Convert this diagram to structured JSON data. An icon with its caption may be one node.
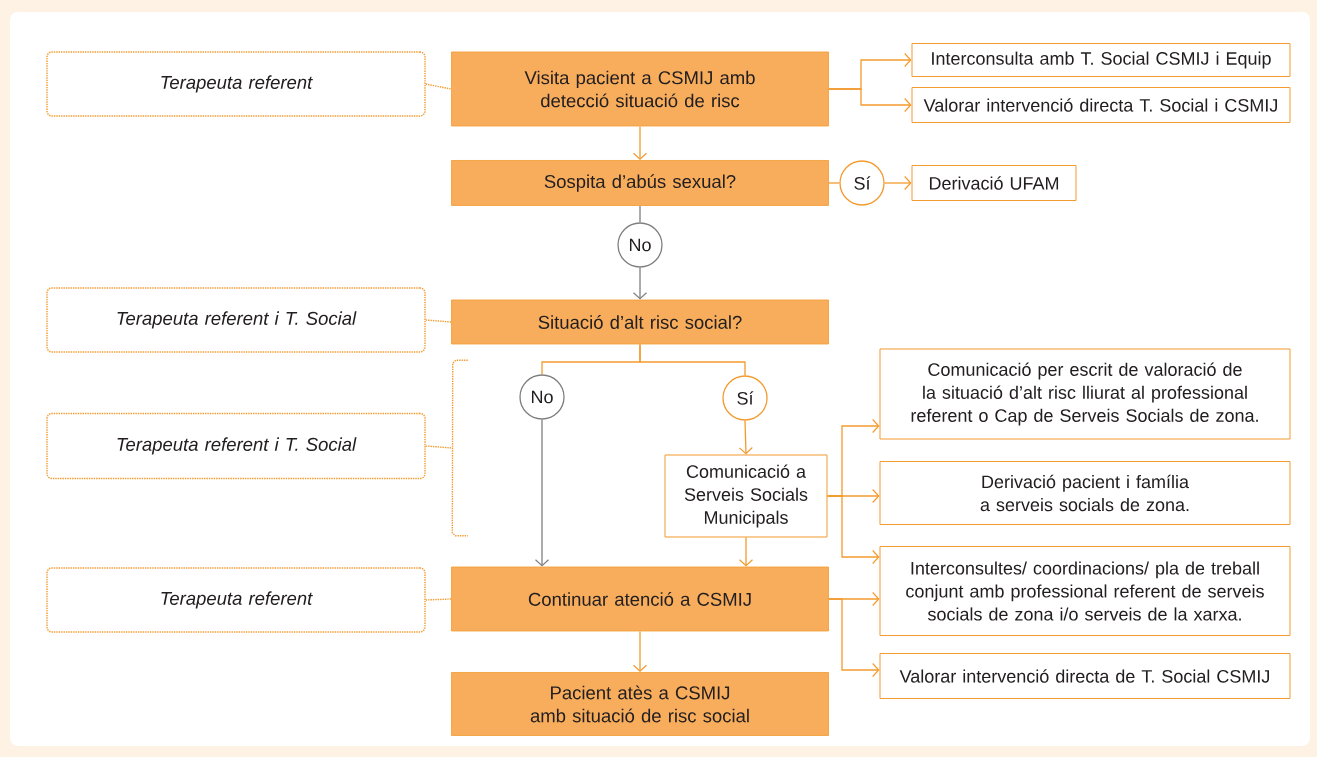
{
  "diagram": {
    "nodes": [
      {
        "text": [
          "Terapeuta referent"
        ]
      },
      {
        "text": [
          "Visita pacient a CSMIJ amb detecció situació de risc"
        ]
      },
      {
        "text": [
          "Interconsulta amb T. Social CSMIJ i Equip"
        ]
      },
      {
        "text": [
          "Valorar intervenció directa T. Social i CSMIJ"
        ]
      },
      {
        "text": [
          "Sospita d’abús sexual?"
        ]
      },
      {
        "text": [
          "Sí"
        ]
      },
      {
        "text": [
          "Derivació UFAM"
        ]
      },
      {
        "text": [
          "No"
        ]
      },
      {
        "text": [
          "Terapeuta referent i T. Social"
        ]
      },
      {
        "text": [
          "Situació d’alt risc social?"
        ]
      },
      {
        "text": [
          "Terapeuta referent i T. Social"
        ]
      },
      {
        "text": [
          "No"
        ]
      },
      {
        "text": [
          "Sí"
        ]
      },
      {
        "text": [
          "Comunicació a Serveis Socials Municipals"
        ]
      },
      {
        "text": [
          "Comunicació per escrit de valoració de la situació d’alt risc lliurat al professional referent o Cap de Serveis Socials de zona."
        ]
      },
      {
        "text": [
          "Derivació pacient i família a serveis socials de zona."
        ]
      },
      {
        "text": [
          "Interconsultes/ coordinacions/ pla de treball conjunt amb professional referent de serveis socials de zona i/o serveis de la xarxa."
        ]
      },
      {
        "text": [
          "Terapeuta referent"
        ]
      },
      {
        "text": [
          "Continuar atenció a CSMIJ"
        ]
      },
      {
        "text": [
          "Valorar intervenció directa de T. Social CSMIJ"
        ]
      },
      {
        "text": [
          "Pacient atès a CSMIJ amb situació de risc social"
        ]
      },
      {
        "text": [],
        "shape": "bracket"
      }
    ],
    "edges": [
      {
        "from": 0,
        "to": 1,
        "arrow": "none",
        "style": "dashed"
      },
      {
        "from": 1,
        "to": 2,
        "arrow": "to"
      },
      {
        "from": 1,
        "to": 3,
        "arrow": "to"
      },
      {
        "from": 1,
        "to": 4,
        "arrow": "to"
      },
      {
        "from": 4,
        "to": 5,
        "arrow": "none"
      },
      {
        "from": 5,
        "to": 6,
        "arrow": "to"
      },
      {
        "from": 4,
        "to": 7,
        "arrow": "none",
        "color": "#7f7f7f"
      },
      {
        "from": 7,
        "to": 9,
        "arrow": "to",
        "color": "#7f7f7f"
      },
      {
        "from": 8,
        "to": 9,
        "arrow": "none",
        "style": "dashed"
      },
      {
        "from": 10,
        "to": 21,
        "arrow": "none",
        "style": "dashed"
      },
      {
        "from": 9,
        "to": 11,
        "arrow": "none"
      },
      {
        "from": 9,
        "to": 12,
        "arrow": "none"
      },
      {
        "from": 12,
        "to": 13,
        "arrow": "to"
      },
      {
        "from": 13,
        "to": 14,
        "arrow": "to"
      },
      {
        "from": 13,
        "to": 15,
        "arrow": "to"
      },
      {
        "from": 13,
        "to": 16,
        "arrow": "to"
      },
      {
        "from": 11,
        "to": 18,
        "arrow": "to",
        "color": "#7f7f7f"
      },
      {
        "from": 13,
        "to": 18,
        "arrow": "to"
      },
      {
        "from": 17,
        "to": 18,
        "arrow": "none",
        "style": "dashed"
      },
      {
        "from": 18,
        "to": 16,
        "arrow": "to"
      },
      {
        "from": 18,
        "to": 19,
        "arrow": "to"
      },
      {
        "from": 18,
        "to": 20,
        "arrow": "to"
      }
    ]
  }
}
